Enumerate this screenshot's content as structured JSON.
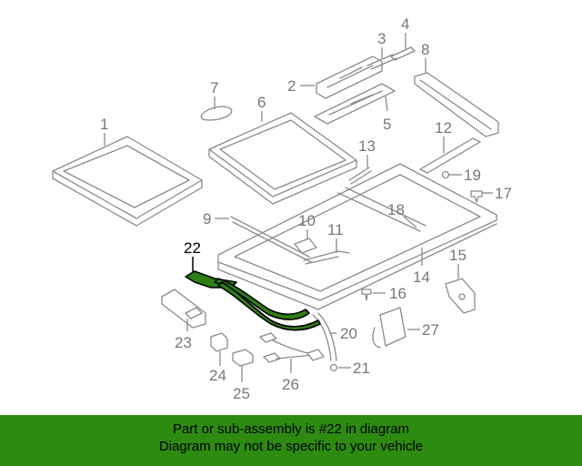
{
  "callouts": [
    {
      "num": "1"
    },
    {
      "num": "2"
    },
    {
      "num": "3"
    },
    {
      "num": "4"
    },
    {
      "num": "5"
    },
    {
      "num": "6"
    },
    {
      "num": "7"
    },
    {
      "num": "8"
    },
    {
      "num": "9"
    },
    {
      "num": "10"
    },
    {
      "num": "11"
    },
    {
      "num": "12"
    },
    {
      "num": "13"
    },
    {
      "num": "14"
    },
    {
      "num": "15"
    },
    {
      "num": "16"
    },
    {
      "num": "17"
    },
    {
      "num": "18"
    },
    {
      "num": "19"
    },
    {
      "num": "20"
    },
    {
      "num": "21"
    },
    {
      "num": "22"
    },
    {
      "num": "23"
    },
    {
      "num": "24"
    },
    {
      "num": "25"
    },
    {
      "num": "26"
    },
    {
      "num": "27"
    }
  ],
  "highlighted_part": "22",
  "colors": {
    "highlight": "#2e7d15",
    "banner": "#2e8b12",
    "line": "#8a8a8a"
  },
  "banner": {
    "line1": "Part or sub-assembly is #22 in diagram",
    "line2": "Diagram may not be specific to your vehicle"
  }
}
